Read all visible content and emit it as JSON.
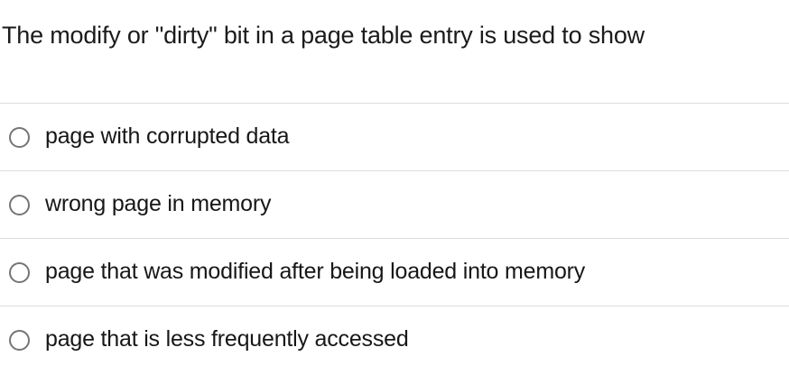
{
  "question": {
    "text": "The modify or \"dirty\" bit in a page table entry is used to show"
  },
  "options": [
    {
      "label": "page with corrupted data",
      "selected": false
    },
    {
      "label": "wrong page in memory",
      "selected": false
    },
    {
      "label": "page that was modified after being loaded into memory",
      "selected": false
    },
    {
      "label": "page that is less frequently accessed",
      "selected": false
    }
  ],
  "colors": {
    "background": "#ffffff",
    "text": "#1b1b1b",
    "divider": "#dcdcdc",
    "radio_border": "#757575"
  }
}
